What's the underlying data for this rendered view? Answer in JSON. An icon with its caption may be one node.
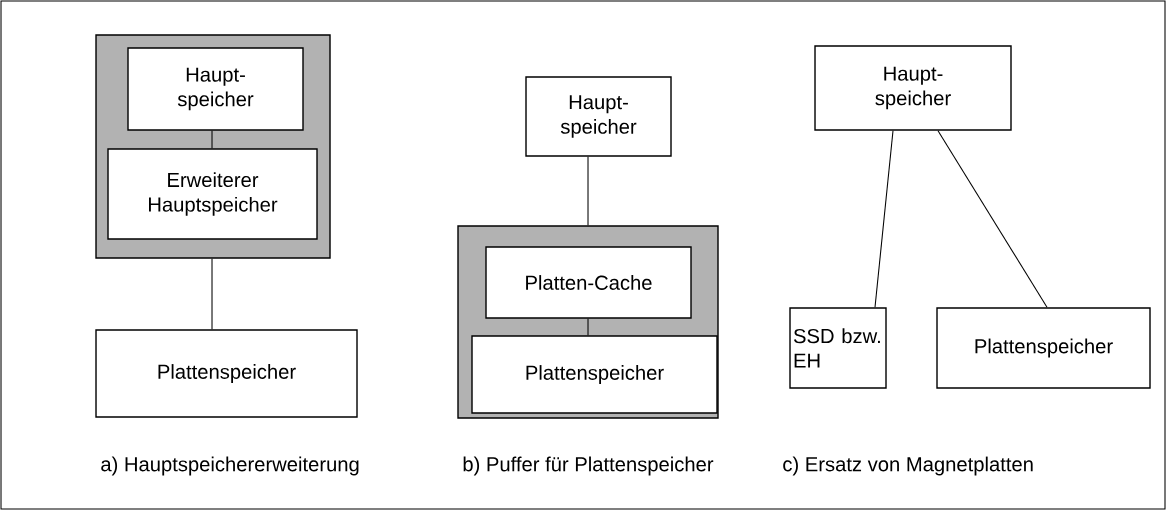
{
  "diagram": {
    "nodes": [
      {
        "text": [],
        "shape": "box"
      },
      {
        "text": [
          "Haupt- speicher"
        ],
        "in": 0
      },
      {
        "text": [
          "Erweiterer Hauptspeicher"
        ],
        "in": 0
      },
      {
        "text": [
          "Plattenspeicher"
        ]
      },
      {
        "text": [
          "Haupt- speicher"
        ]
      },
      {
        "text": [],
        "shape": "box"
      },
      {
        "text": [
          "Platten-Cache"
        ],
        "in": 5
      },
      {
        "text": [
          "Plattenspeicher"
        ],
        "in": 5
      },
      {
        "text": [
          "Haupt- speicher"
        ]
      },
      {
        "text": [
          "SSD bzw. EH"
        ]
      },
      {
        "text": [
          "Plattenspeicher"
        ]
      }
    ],
    "edges": [
      {
        "from": 1,
        "to": 2,
        "arrow": "none"
      },
      {
        "from": 0,
        "to": 3,
        "arrow": "none"
      },
      {
        "from": 4,
        "to": 5,
        "arrow": "none"
      },
      {
        "from": 6,
        "to": 7,
        "arrow": "none"
      },
      {
        "from": 8,
        "to": 9,
        "arrow": "none"
      },
      {
        "from": 8,
        "to": 10,
        "arrow": "none"
      }
    ],
    "labels": [
      "a) Hauptspeichererweiterung",
      "b) Puffer für Plattenspeicher",
      "c) Ersatz von Magnetplatten"
    ]
  }
}
